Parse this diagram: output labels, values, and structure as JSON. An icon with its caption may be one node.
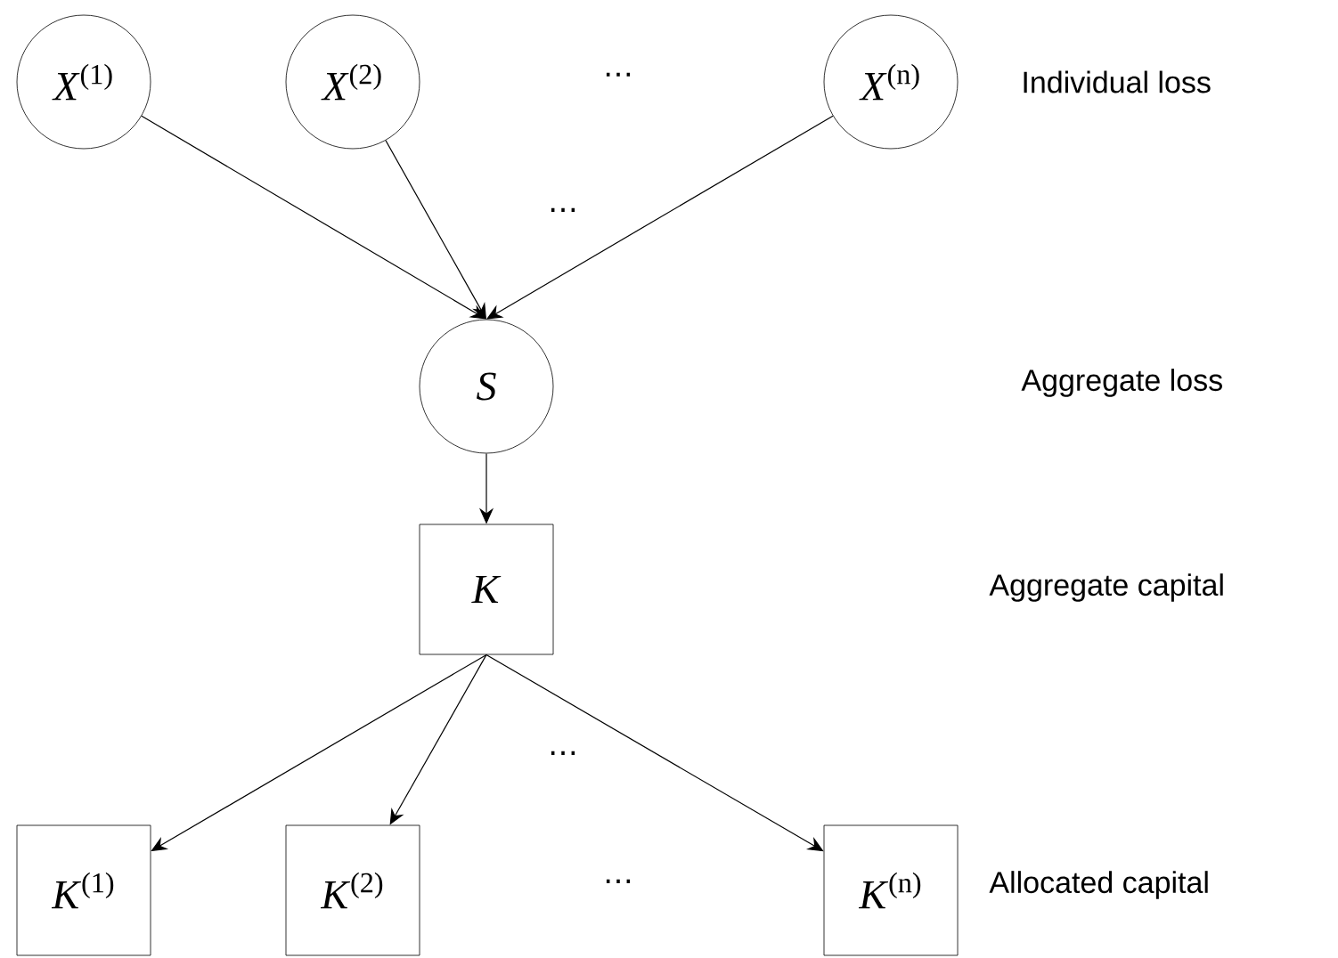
{
  "diagram": {
    "nodes": [
      {
        "text": [
          "*X*$^{(1)}$"
        ]
      },
      {
        "text": [
          "*X*$^{(2)}$"
        ]
      },
      {
        "text": [
          "*X*$^{(n)}$"
        ]
      },
      {
        "text": [
          "*S*"
        ]
      },
      {
        "text": [
          "*K*"
        ]
      },
      {
        "text": [
          "*K*$^{(1)}$"
        ]
      },
      {
        "text": [
          "*K*$^{(2)}$"
        ]
      },
      {
        "text": [
          "*K*$^{(n)}$"
        ]
      }
    ],
    "edges": [
      {
        "from": 0,
        "to": 3,
        "arrow": "to"
      },
      {
        "from": 1,
        "to": 3,
        "arrow": "to"
      },
      {
        "from": 2,
        "to": 3,
        "arrow": "to"
      },
      {
        "from": 3,
        "to": 4,
        "arrow": "to"
      },
      {
        "from": 4,
        "to": 5,
        "arrow": "to"
      },
      {
        "from": 4,
        "to": 6,
        "arrow": "to"
      },
      {
        "from": 4,
        "to": 7,
        "arrow": "to"
      }
    ],
    "labels": [
      "⋯",
      "Individual loss",
      "⋯",
      "Aggregate loss",
      "Aggregate capital",
      "⋯",
      "⋯",
      "Allocated capital"
    ]
  }
}
